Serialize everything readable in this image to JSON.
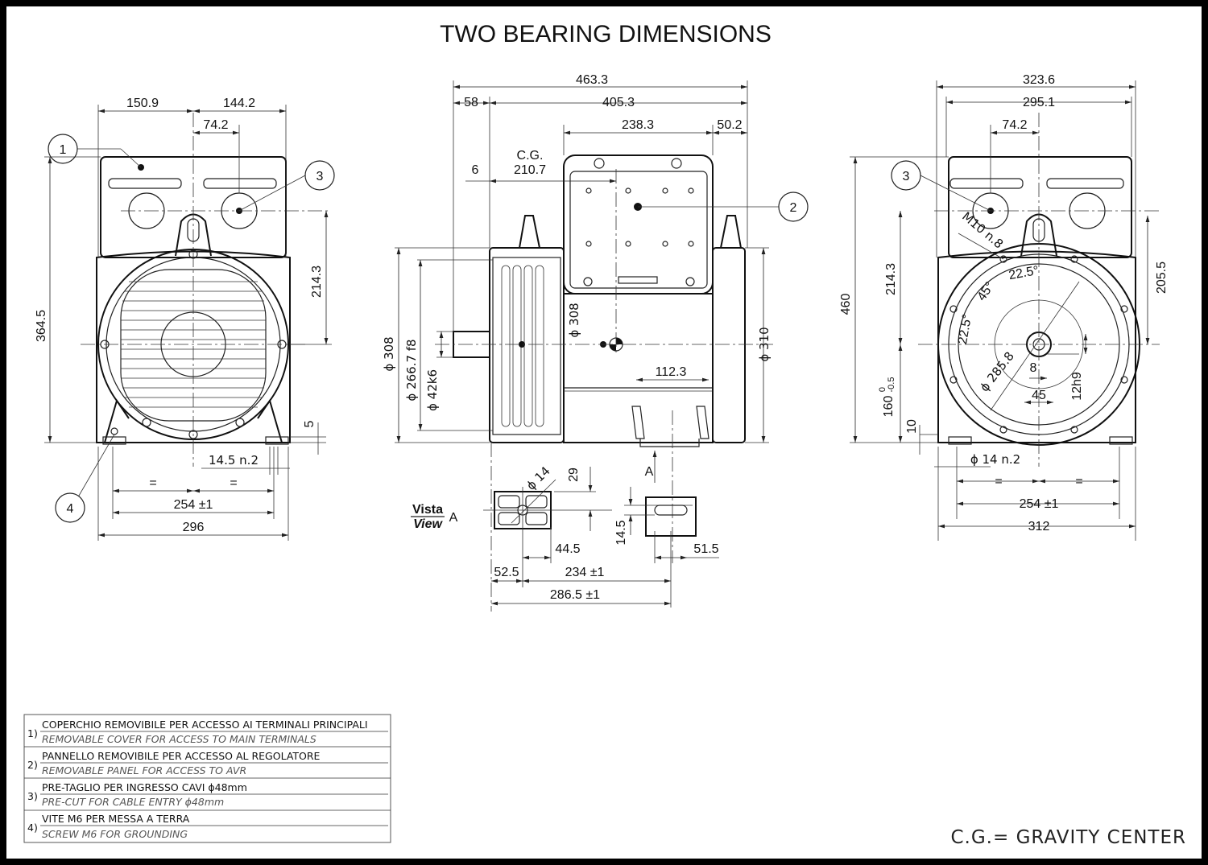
{
  "title": "TWO BEARING DIMENSIONS",
  "footer": "C.G.= GRAVITY CENTER",
  "front_view": {
    "dims": {
      "w_left": "150.9",
      "w_right": "144.2",
      "offset": "74.2",
      "height": "364.5",
      "box_height": "214.3",
      "foot": "5",
      "holes": "14.5 n.2",
      "eq_left": "=",
      "eq_right": "=",
      "feet_span": "254 ±1",
      "width": "296"
    },
    "balloons": [
      "1",
      "3",
      "4"
    ]
  },
  "side_view": {
    "dims": {
      "length": "463.3",
      "shaft": "58",
      "body": "405.3",
      "box": "238.3",
      "rear": "50.2",
      "cg_label": "C.G.",
      "cg_value": "210.7",
      "six": "6",
      "flange_dia": "ϕ 308",
      "spigot": "ϕ 266.7 f8",
      "shaft_dia": "ϕ 42k6",
      "body_dia": "ϕ 308",
      "rear_dia": "ϕ 310",
      "feet": "112.3"
    },
    "balloon": "2",
    "view_a": {
      "vista": "Vista",
      "view": "View",
      "letter": "A",
      "arrow_label": "A",
      "hole": "ϕ 14",
      "d29": "29",
      "d14_5": "14.5",
      "d44_5": "44.5",
      "d51_5": "51.5",
      "d52_5": "52.5",
      "d234": "234 ±1",
      "d286_5": "286.5 ±1"
    }
  },
  "rear_view": {
    "dims": {
      "width_total": "323.6",
      "width_box": "295.1",
      "offset": "74.2",
      "height": "460",
      "box_height": "214.3",
      "top_height": "205.5",
      "shaft_height": "160",
      "tol_up": "0",
      "tol_down": "-0.5",
      "foot": "10",
      "bolts": "M10 n.8",
      "ang1": "22.5°",
      "ang2": "45°",
      "ang3": "22.5°",
      "pcd": "ϕ 285.8",
      "key": "8",
      "shaft_len": "45",
      "key_w": "12h9",
      "holes": "ϕ 14 n.2",
      "eq_left": "=",
      "eq_right": "=",
      "feet_span": "254 ±1",
      "width": "312"
    },
    "balloon": "3"
  },
  "legend": [
    {
      "num": "1)",
      "it": "COPERCHIO REMOVIBILE PER ACCESSO AI TERMINALI PRINCIPALI",
      "en": "REMOVABLE COVER FOR ACCESS TO MAIN TERMINALS"
    },
    {
      "num": "2)",
      "it": "PANNELLO REMOVIBILE PER ACCESSO AL REGOLATORE",
      "en": "REMOVABLE PANEL FOR ACCESS TO AVR"
    },
    {
      "num": "3)",
      "it": "PRE-TAGLIO PER INGRESSO CAVI ϕ48mm",
      "en": "PRE-CUT FOR CABLE ENTRY ϕ48mm"
    },
    {
      "num": "4)",
      "it": "VITE M6 PER MESSA A TERRA",
      "en": "SCREW M6 FOR GROUNDING"
    }
  ]
}
